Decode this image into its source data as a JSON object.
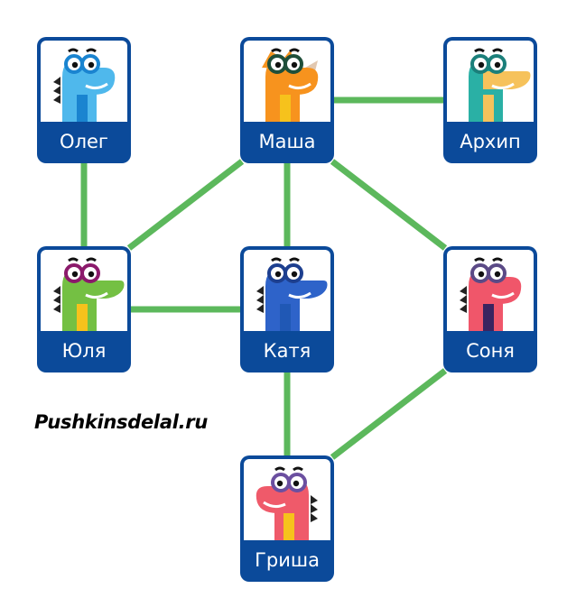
{
  "diagram": {
    "type": "graph",
    "node_color": "#0b4a9a",
    "edge_color": "#5cb85c",
    "nodes": [
      {
        "id": "oleg",
        "label": "Олег",
        "character": "blue-dino-icon",
        "colors": {
          "body": "#4fb8ec",
          "accent": "#1a84d0",
          "glasses": "#1a84d0"
        }
      },
      {
        "id": "masha",
        "label": "Маша",
        "character": "orange-triceratops-icon",
        "colors": {
          "body": "#f7931e",
          "accent": "#f6c21c",
          "glasses": "#1f4f3a"
        }
      },
      {
        "id": "arkhip",
        "label": "Архип",
        "character": "teal-duckbill-dino-icon",
        "colors": {
          "body": "#2ab0a5",
          "accent": "#f6c25b",
          "glasses": "#1b7f7a"
        }
      },
      {
        "id": "yulia",
        "label": "Юля",
        "character": "green-crocodile-icon",
        "colors": {
          "body": "#74c043",
          "accent": "#f6c21c",
          "glasses": "#8b1a6b"
        }
      },
      {
        "id": "katya",
        "label": "Катя",
        "character": "blue-crocodile-icon",
        "colors": {
          "body": "#2e63c9",
          "accent": "#2058b5",
          "glasses": "#1d3f8f"
        }
      },
      {
        "id": "sonya",
        "label": "Соня",
        "character": "red-dino-icon",
        "colors": {
          "body": "#f0566a",
          "accent": "#3a2460",
          "glasses": "#5b4a86"
        }
      },
      {
        "id": "grisha",
        "label": "Гриша",
        "character": "pink-dino-icon",
        "colors": {
          "body": "#ef5a6a",
          "accent": "#f6c21c",
          "glasses": "#6b4fa0"
        }
      }
    ],
    "edges": [
      [
        "oleg",
        "yulia"
      ],
      [
        "masha",
        "arkhip"
      ],
      [
        "masha",
        "yulia"
      ],
      [
        "masha",
        "katya"
      ],
      [
        "masha",
        "sonya"
      ],
      [
        "yulia",
        "katya"
      ],
      [
        "katya",
        "grisha"
      ],
      [
        "sonya",
        "grisha"
      ]
    ]
  },
  "watermark": "Pushkinsdelal.ru"
}
